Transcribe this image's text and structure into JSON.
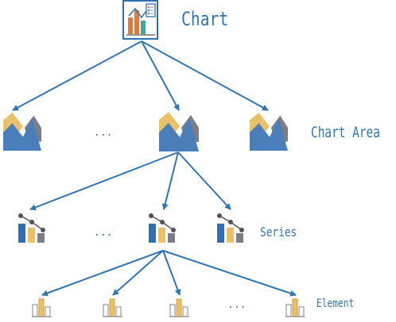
{
  "levels": {
    "chart": "Chart",
    "chart_area": "Chart Area",
    "series": "Series",
    "element": "Element"
  },
  "ellipsis": "...",
  "colors": {
    "arrow": "#2f75b5",
    "label": "#2f75b5",
    "mountain_blue": "#4a7ebb",
    "mountain_gold": "#e8c16a",
    "mountain_gray": "#7b7f85",
    "bar_orange": "#e07b39",
    "bar_gold": "#f0c060",
    "bar_teal": "#3fa7a3",
    "bar_gray": "#8a8a8a",
    "doc_blue": "#2f6fb5"
  },
  "icons": {
    "chart": "chart-document-icon",
    "chart_area": "mountain-area-icon",
    "series": "series-bars-icon",
    "element": "element-bars-icon"
  }
}
